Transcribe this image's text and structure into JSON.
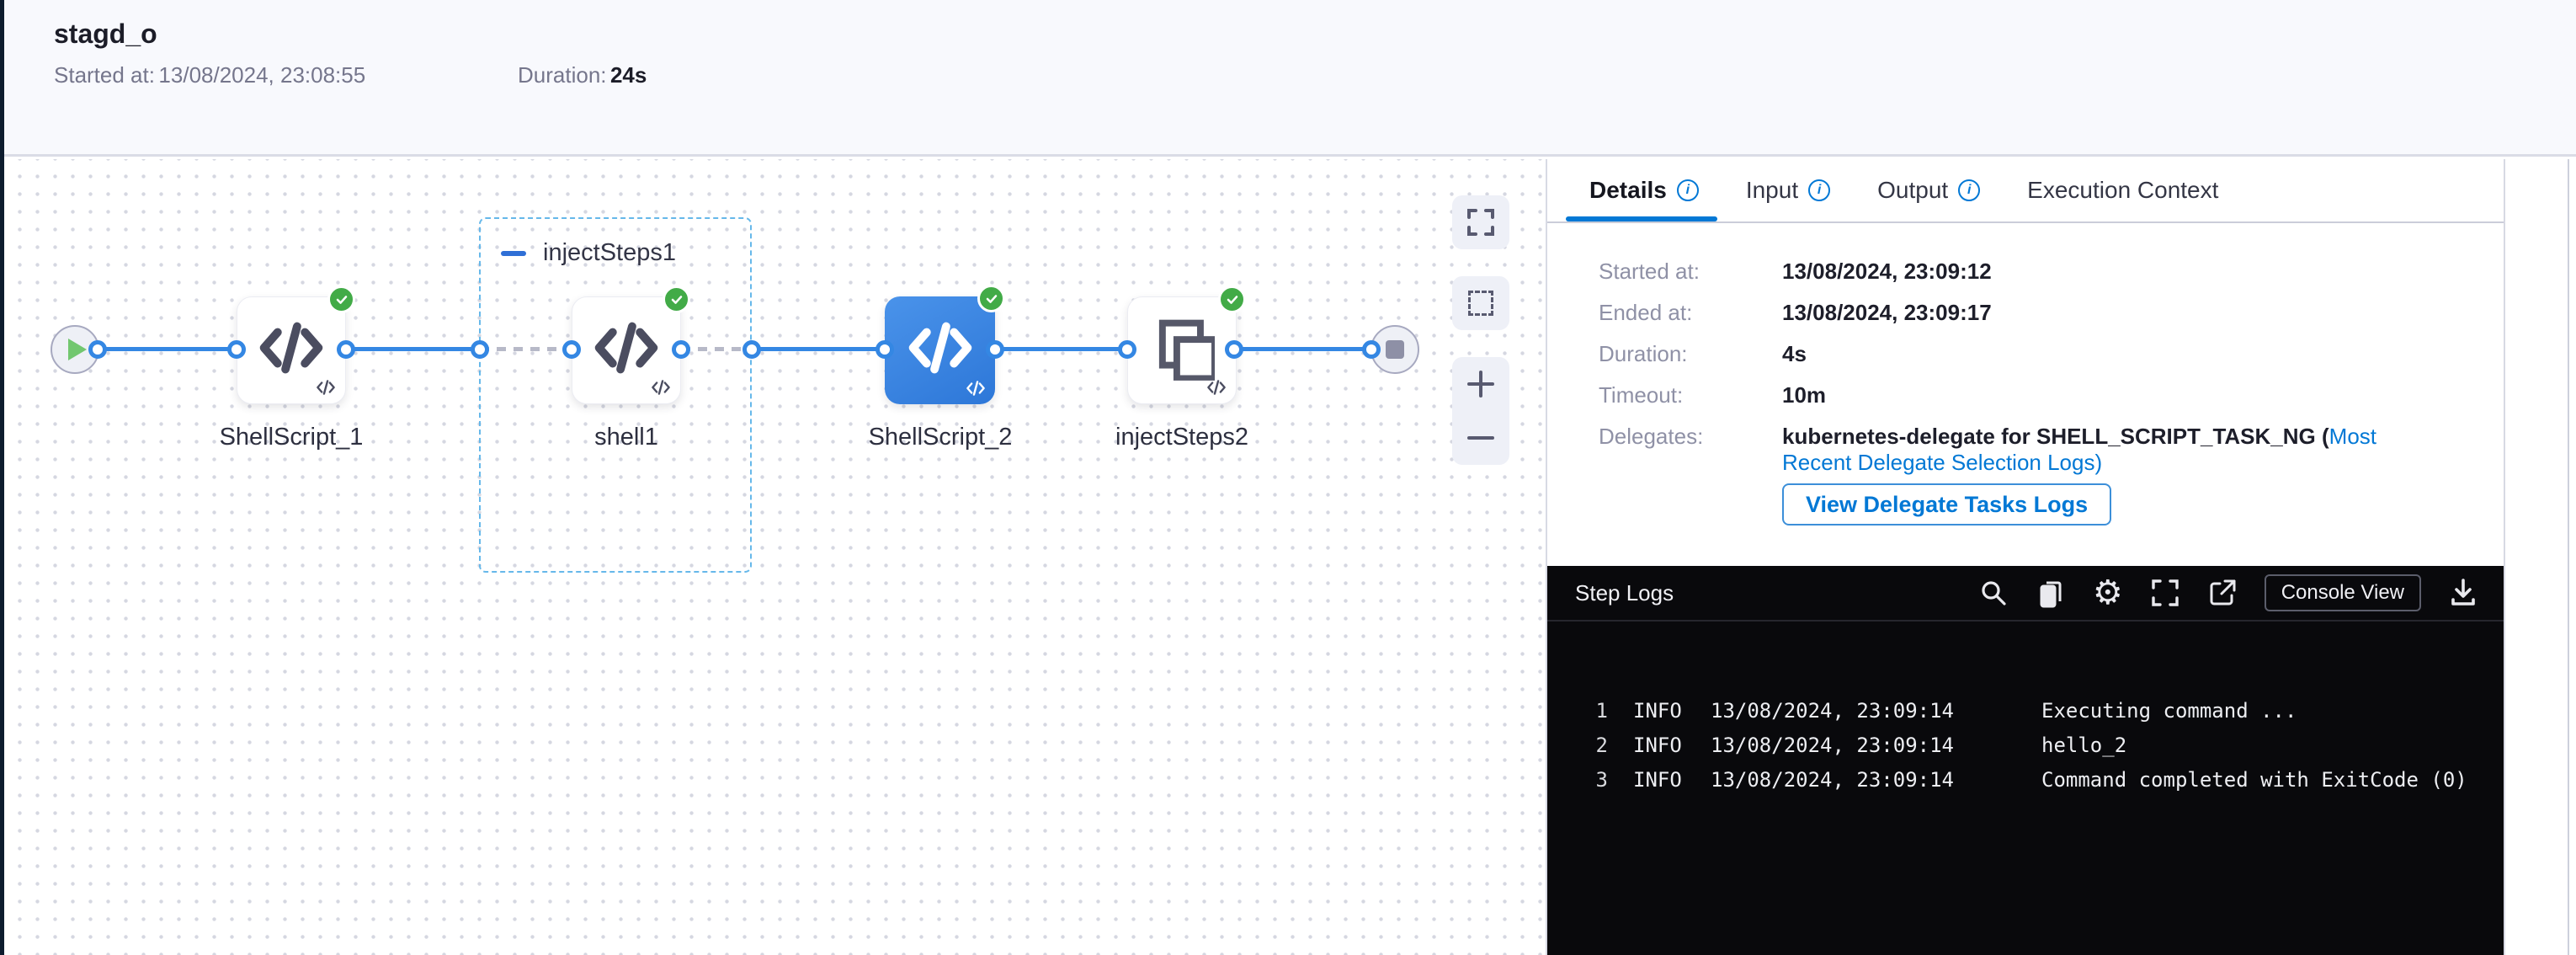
{
  "header": {
    "title": "stagd_o",
    "started_label": "Started at:",
    "started_value": "13/08/2024, 23:08:55",
    "duration_label": "Duration:",
    "duration_value": "24s"
  },
  "canvas": {
    "group": {
      "label": "injectSteps1"
    },
    "nodes": [
      {
        "label": "ShellScript_1",
        "status": "success"
      },
      {
        "label": "shell1",
        "status": "success"
      },
      {
        "label": "ShellScript_2",
        "status": "success",
        "selected": true
      },
      {
        "label": "injectSteps2",
        "status": "success"
      }
    ]
  },
  "details": {
    "tabs": [
      {
        "label": "Details",
        "active": true
      },
      {
        "label": "Input"
      },
      {
        "label": "Output"
      },
      {
        "label": "Execution Context"
      }
    ],
    "rows": [
      {
        "label": "Started at:",
        "value": "13/08/2024, 23:09:12"
      },
      {
        "label": "Ended at:",
        "value": "13/08/2024, 23:09:17"
      },
      {
        "label": "Duration:",
        "value": "4s"
      },
      {
        "label": "Timeout:",
        "value": "10m"
      }
    ],
    "delegates": {
      "label": "Delegates:",
      "value_prefix": "kubernetes-delegate for SHELL_SCRIPT_TASK_NG (",
      "link_text": "Most Recent Delegate Selection Logs",
      "value_suffix": ")"
    },
    "view_logs_button": "View Delegate Tasks Logs"
  },
  "logs": {
    "title": "Step Logs",
    "console_view_label": "Console View",
    "lines": [
      {
        "num": "1",
        "level": "INFO",
        "time": "13/08/2024, 23:09:14",
        "message": "Executing command ..."
      },
      {
        "num": "2",
        "level": "INFO",
        "time": "13/08/2024, 23:09:14",
        "message": "hello_2"
      },
      {
        "num": "3",
        "level": "INFO",
        "time": "13/08/2024, 23:09:14",
        "message": "Command completed with ExitCode (0)"
      }
    ]
  },
  "colors": {
    "accent_blue": "#0278d5",
    "success_green": "#42ab47",
    "connector_blue": "#3487e3",
    "selected_node_blue": "#3d87e2",
    "group_border_blue": "#66b8ea",
    "console_bg": "#09090c",
    "header_bg": "#f8f9fd"
  }
}
